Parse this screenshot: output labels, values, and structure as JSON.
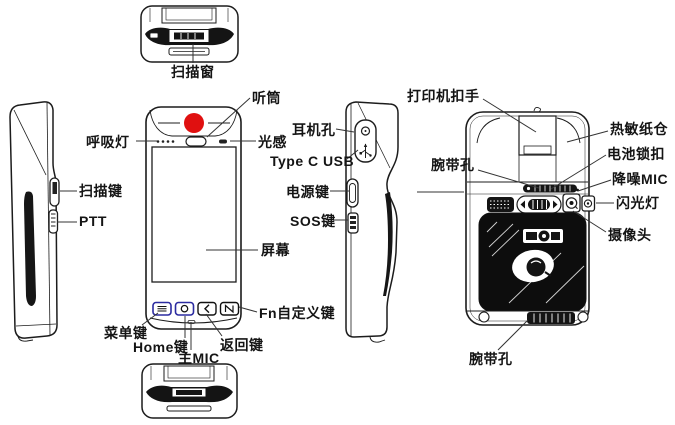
{
  "labels": {
    "scan_window": "扫描窗",
    "earpiece": "听筒",
    "breathing_light": "呼吸灯",
    "light_sensor": "光感",
    "earphone_jack": "耳机孔",
    "type_c_usb": "Type C USB",
    "power_key": "电源键",
    "sos_key": "SOS键",
    "screen": "屏幕",
    "fn_custom_key": "Fn自定义键",
    "menu_key": "菜单键",
    "home_key": "Home键",
    "back_key": "返回键",
    "main_mic": "主MIC",
    "scan_key": "扫描键",
    "ptt_key": "PTT",
    "printer_latch": "打印机扣手",
    "thermal_paper_bin": "热敏纸仓",
    "battery_lock": "电池锁扣",
    "noise_mic": "降噪MIC",
    "flash": "闪光灯",
    "camera": "摄像头",
    "strap_hole_back": "腕带孔",
    "strap_hole_bottom": "腕带孔"
  },
  "colors": {
    "line": "#1c1c1c",
    "scan_dot": "#e01010",
    "key_accent": "#2b2ba0",
    "panel": "#0d0d0d"
  },
  "icons": {
    "scan_engine_dot": "red-circle",
    "menu_button": "three-bars",
    "home_button": "circle",
    "back_button": "chevron-left",
    "fn_button": "zigzag",
    "headphone_jack": "circle-port",
    "usb_port": "usb-trident",
    "camera_lens": "double-circle",
    "flash_led": "small-circle",
    "nfc_logo": "white-ellipse-emblem"
  }
}
